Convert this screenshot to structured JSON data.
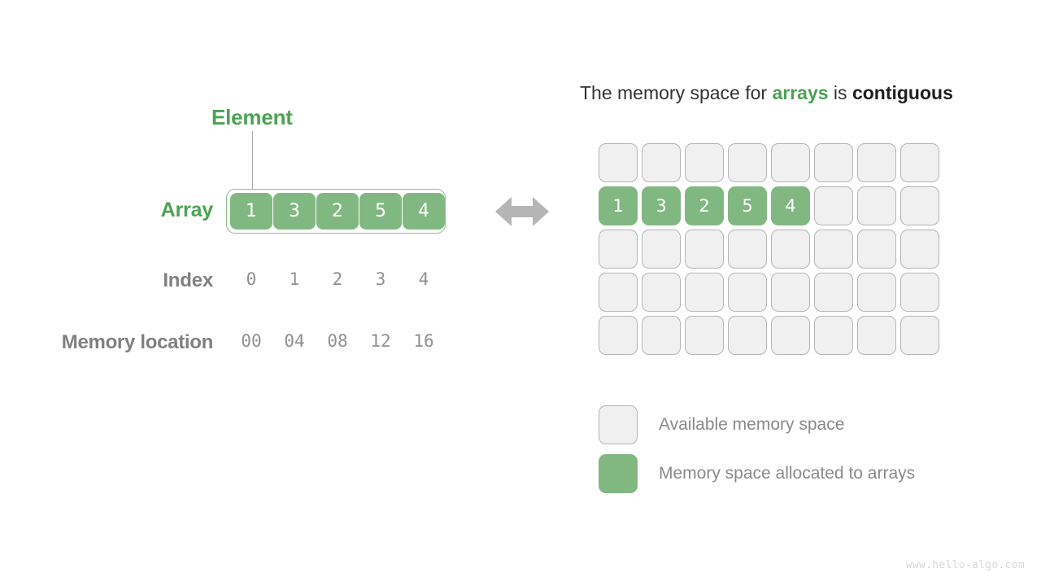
{
  "left": {
    "element_label": "Element",
    "array_label": "Array",
    "index_label": "Index",
    "memory_location_label": "Memory location",
    "array_values": [
      "1",
      "3",
      "2",
      "5",
      "4"
    ],
    "index_values": [
      "0",
      "1",
      "2",
      "3",
      "4"
    ],
    "memory_locations": [
      "00",
      "04",
      "08",
      "12",
      "16"
    ]
  },
  "arrow": {
    "icon": "double-headed-arrow",
    "color": "#B5B5B5"
  },
  "right": {
    "heading": {
      "prefix": "The memory space for ",
      "highlight_green": "arrays",
      "middle": " is ",
      "highlight_dark": "contiguous"
    },
    "grid": {
      "columns": 8,
      "rows": 5,
      "allocated_row": 1,
      "allocated_values": [
        "1",
        "3",
        "2",
        "5",
        "4"
      ]
    },
    "legend": [
      {
        "swatch": "free",
        "text": "Available memory space"
      },
      {
        "swatch": "used",
        "text": "Memory space allocated to arrays"
      }
    ]
  },
  "watermark": "www.hello-algo.com",
  "colors": {
    "green_accent": "#4CA254",
    "green_fill": "#81B881",
    "gray_text": "#8A8A8A",
    "cell_free_bg": "#F0F0F0",
    "cell_free_border": "#B4B4B4",
    "heading_dark": "#1f1f1f"
  }
}
